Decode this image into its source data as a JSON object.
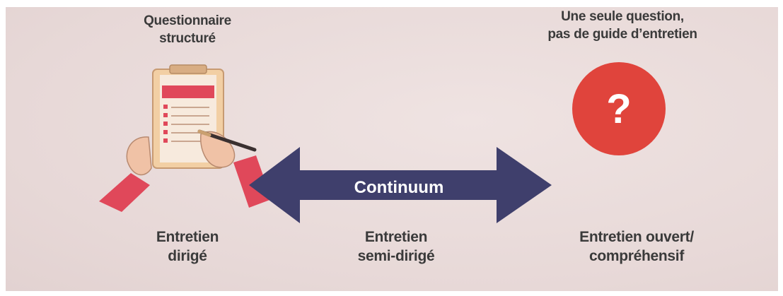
{
  "top": {
    "left_label": [
      "Questionnaire",
      "structuré"
    ],
    "right_label": [
      "Une seule question,",
      "pas de guide d’entretien"
    ]
  },
  "arrow": {
    "label": "Continuum",
    "color": "#3f3f6c"
  },
  "question_mark": {
    "glyph": "?",
    "color": "#e0443c"
  },
  "bottom": {
    "left_label": [
      "Entretien",
      "dirigé"
    ],
    "middle_label": [
      "Entretien",
      "semi-dirigé"
    ],
    "right_label": [
      "Entretien ouvert/",
      "compréhensif"
    ]
  },
  "icons": {
    "clipboard": "clipboard-with-hands-icon",
    "question": "question-mark-circle-icon"
  },
  "colors": {
    "background": "#eadcdc",
    "accent_red": "#e0443c",
    "arrow_navy": "#3f3f6c",
    "text": "#3a3a3a"
  }
}
